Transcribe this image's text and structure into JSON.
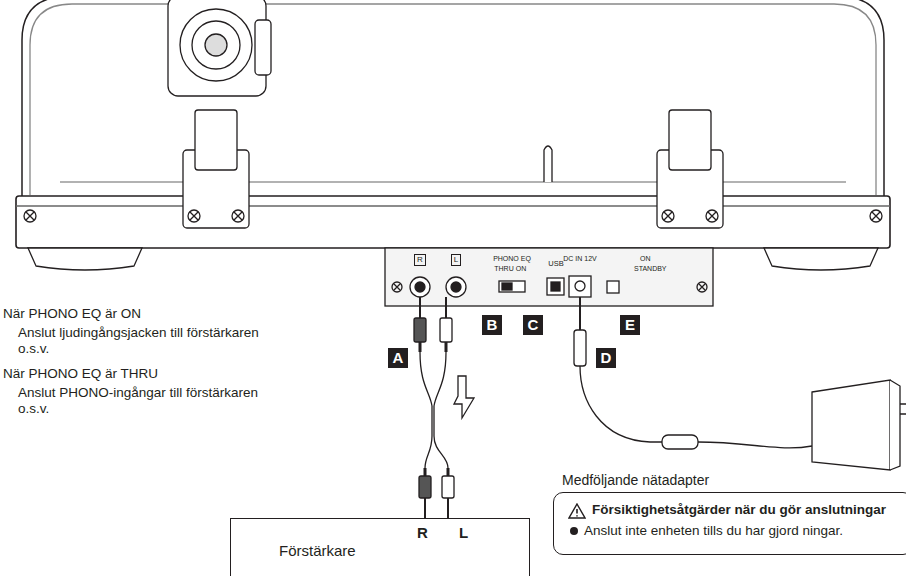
{
  "diagram": {
    "nodes": [
      {
        "text": [
          "R",
          "L",
          "Förstärkare"
        ]
      },
      {
        "text": [
          "Försiktighetsåtgärder när du gör anslutningar",
          "Anslut inte enheten tills du har gjord ningar."
        ]
      }
    ],
    "labels": [
      "R",
      "L",
      "PHONO EQ",
      "THRU",
      "ON",
      "USB",
      "DC IN 12V",
      "ON",
      "STANDBY",
      "B",
      "C",
      "E",
      "A",
      "D",
      "När PHONO EQ är ON",
      "Anslut ljudingångsjacken till förstärkaren o.s.v.",
      "När PHONO EQ är THRU",
      "Anslut PHONO-ingångar till förstärkaren o.s.v.",
      "Medföljande nätadapter"
    ]
  }
}
